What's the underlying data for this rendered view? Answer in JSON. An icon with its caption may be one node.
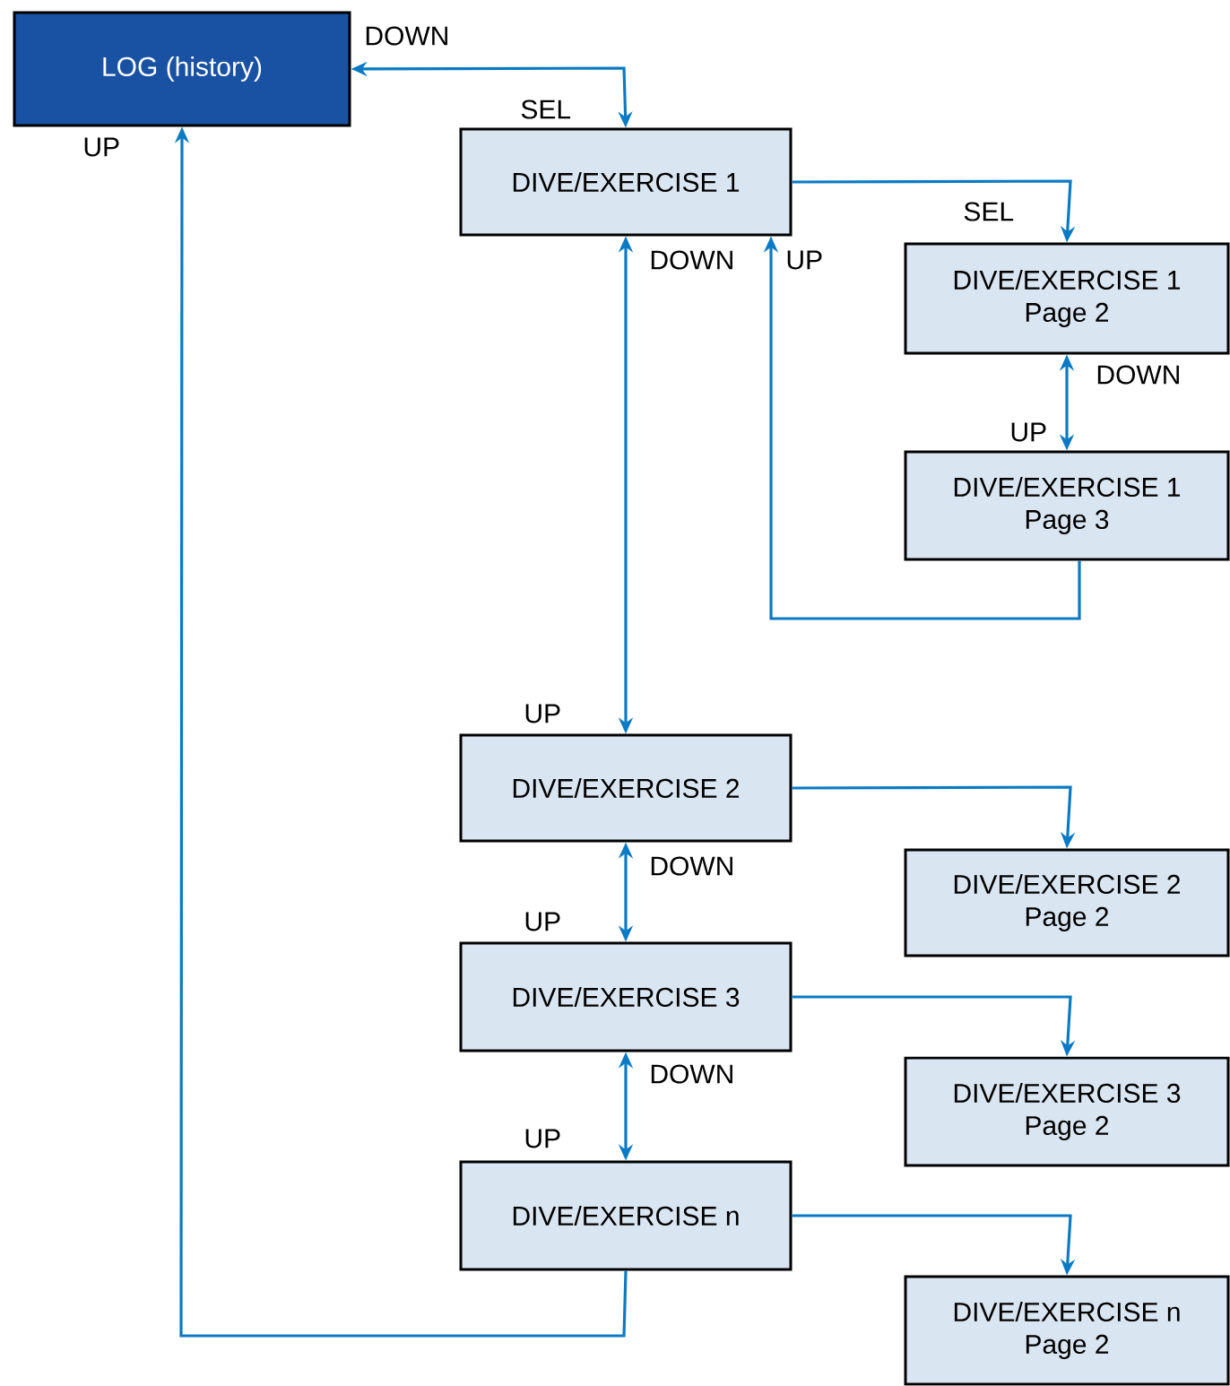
{
  "diagram": {
    "nodes": [
      {
        "text": [
          "LOG (history)"
        ]
      },
      {
        "text": [
          "DIVE/EXERCISE 1"
        ]
      },
      {
        "text": [
          "DIVE/EXERCISE 1 Page 2"
        ]
      },
      {
        "text": [
          "DIVE/EXERCISE 1 Page 3"
        ]
      },
      {
        "text": [
          "DIVE/EXERCISE 2"
        ]
      },
      {
        "text": [
          "DIVE/EXERCISE 2 Page 2"
        ]
      },
      {
        "text": [
          "DIVE/EXERCISE 3"
        ]
      },
      {
        "text": [
          "DIVE/EXERCISE 3 Page 2"
        ]
      },
      {
        "text": [
          "DIVE/EXERCISE n"
        ]
      },
      {
        "text": [
          "DIVE/EXERCISE n Page 2"
        ]
      }
    ],
    "edges": [
      {
        "from": 0,
        "to": 1,
        "arrow": "both"
      },
      {
        "from": 1,
        "to": 2,
        "arrow": "to"
      },
      {
        "from": 2,
        "to": 3,
        "arrow": "both"
      },
      {
        "from": 3,
        "to": 1,
        "arrow": "to"
      },
      {
        "from": 1,
        "to": 4,
        "arrow": "both"
      },
      {
        "from": 4,
        "to": 5,
        "arrow": "to"
      },
      {
        "from": 4,
        "to": 6,
        "arrow": "both"
      },
      {
        "from": 6,
        "to": 7,
        "arrow": "to"
      },
      {
        "from": 6,
        "to": 8,
        "arrow": "both"
      },
      {
        "from": 8,
        "to": 9,
        "arrow": "to"
      },
      {
        "from": 8,
        "to": 0,
        "arrow": "to"
      }
    ],
    "labels": [
      "DOWN",
      "SEL",
      "UP",
      "SEL",
      "DOWN",
      "UP",
      "DOWN",
      "UP",
      "UP",
      "DOWN",
      "UP",
      "DOWN",
      "UP"
    ]
  }
}
